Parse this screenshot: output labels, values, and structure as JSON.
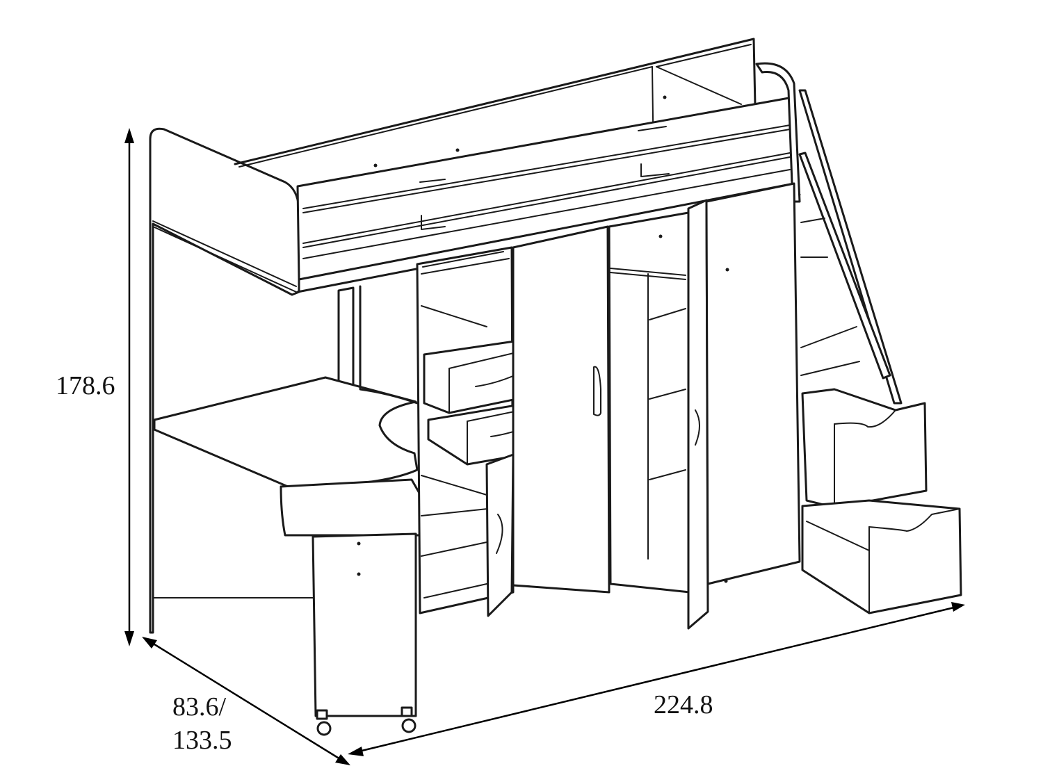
{
  "dimensions": {
    "height": "178.6",
    "length": "224.8",
    "depth_line1": "83.6/",
    "depth_line2": "133.5"
  }
}
